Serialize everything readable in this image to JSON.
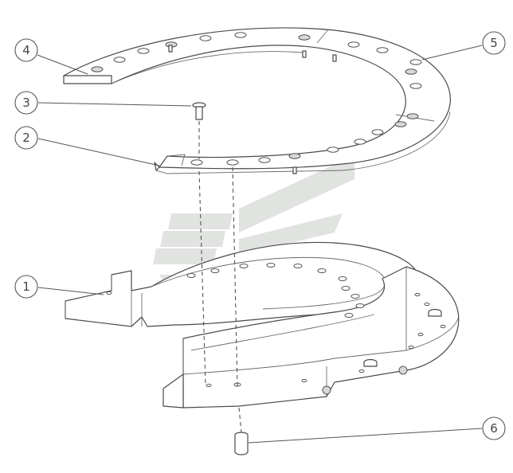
{
  "callouts": [
    {
      "id": "1",
      "label": "1"
    },
    {
      "id": "2",
      "label": "2"
    },
    {
      "id": "3",
      "label": "3"
    },
    {
      "id": "4",
      "label": "4"
    },
    {
      "id": "5",
      "label": "5"
    },
    {
      "id": "6",
      "label": "6"
    }
  ],
  "colors": {
    "line": "#4a4a4a",
    "watermark": "#8f9a90",
    "background": "#ffffff"
  }
}
